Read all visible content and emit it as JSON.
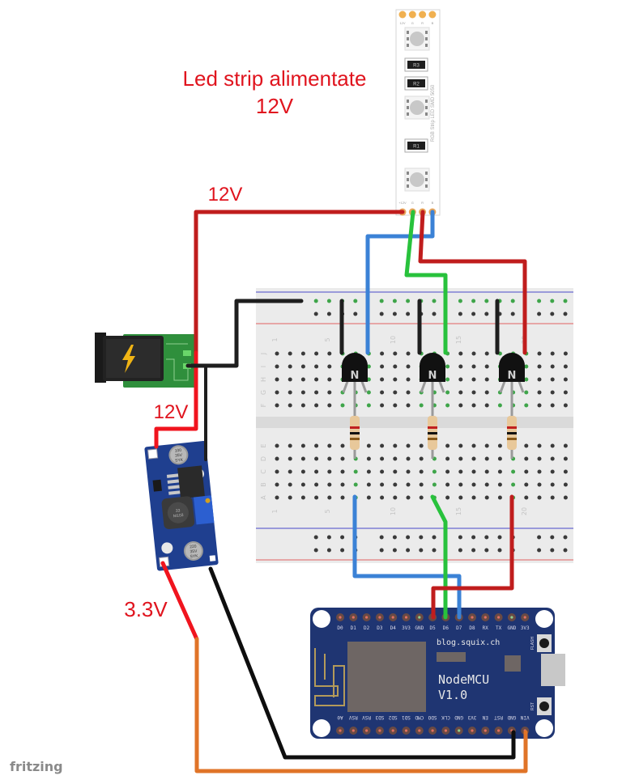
{
  "labels": {
    "title_line1": "Led strip alimentate",
    "title_line2": "12V",
    "wire_12v_top": "12V",
    "wire_12v_mid": "12V",
    "wire_3v3": "3.3V",
    "watermark": "fritzing"
  },
  "colors": {
    "label_red": "#e0141e",
    "wire_red": "#c01d1d",
    "wire_bright_red": "#f0141e",
    "wire_black": "#1e1e1e",
    "wire_blue": "#3b82d6",
    "wire_green": "#28c23c",
    "wire_orange": "#e07428",
    "board_blue": "#1f3572",
    "breadboard": "#ebebeb",
    "dc_jack_pcb": "#2f8f3c"
  },
  "led_strip": {
    "name": "RGB Strip LED SMD 5050",
    "pins_top": [
      "12V",
      "G",
      "R",
      "B"
    ],
    "pins_bottom": [
      "+12V",
      "G",
      "R",
      "B"
    ],
    "resistors": [
      "R3",
      "R2",
      "R1"
    ]
  },
  "breadboard": {
    "row_letters_top": [
      "J",
      "I",
      "H",
      "G",
      "F"
    ],
    "row_letters_bottom": [
      "E",
      "D",
      "C",
      "B",
      "A"
    ],
    "column_numbers": [
      "1",
      "5",
      "10",
      "15",
      "20"
    ]
  },
  "transistors": [
    {
      "label": "N",
      "type": "NPN"
    },
    {
      "label": "N",
      "type": "NPN"
    },
    {
      "label": "N",
      "type": "NPN"
    }
  ],
  "regulator": {
    "name": "LM2596 step-down module",
    "cap1": [
      "100",
      "35V",
      "SYK"
    ],
    "cap2": [
      "220",
      "35V",
      "SYK"
    ],
    "inductor": [
      "33",
      "M103"
    ]
  },
  "nodemcu": {
    "name": "NodeMCU",
    "version": "V1.0",
    "site": "blog.squix.ch",
    "flash_label": "FLASH",
    "rst_label": "RST",
    "top_pins": [
      "D0",
      "D1",
      "D2",
      "D3",
      "D4",
      "3V3",
      "GND",
      "D5",
      "D6",
      "D7",
      "D8",
      "RX",
      "TX",
      "GND",
      "3V3"
    ],
    "bottom_pins": [
      "A0",
      "RSV",
      "RSV",
      "SD3",
      "SD2",
      "SD1",
      "CMD",
      "SDO",
      "CLK",
      "GND",
      "3V3",
      "EN",
      "RST",
      "GND",
      "VIN"
    ]
  }
}
